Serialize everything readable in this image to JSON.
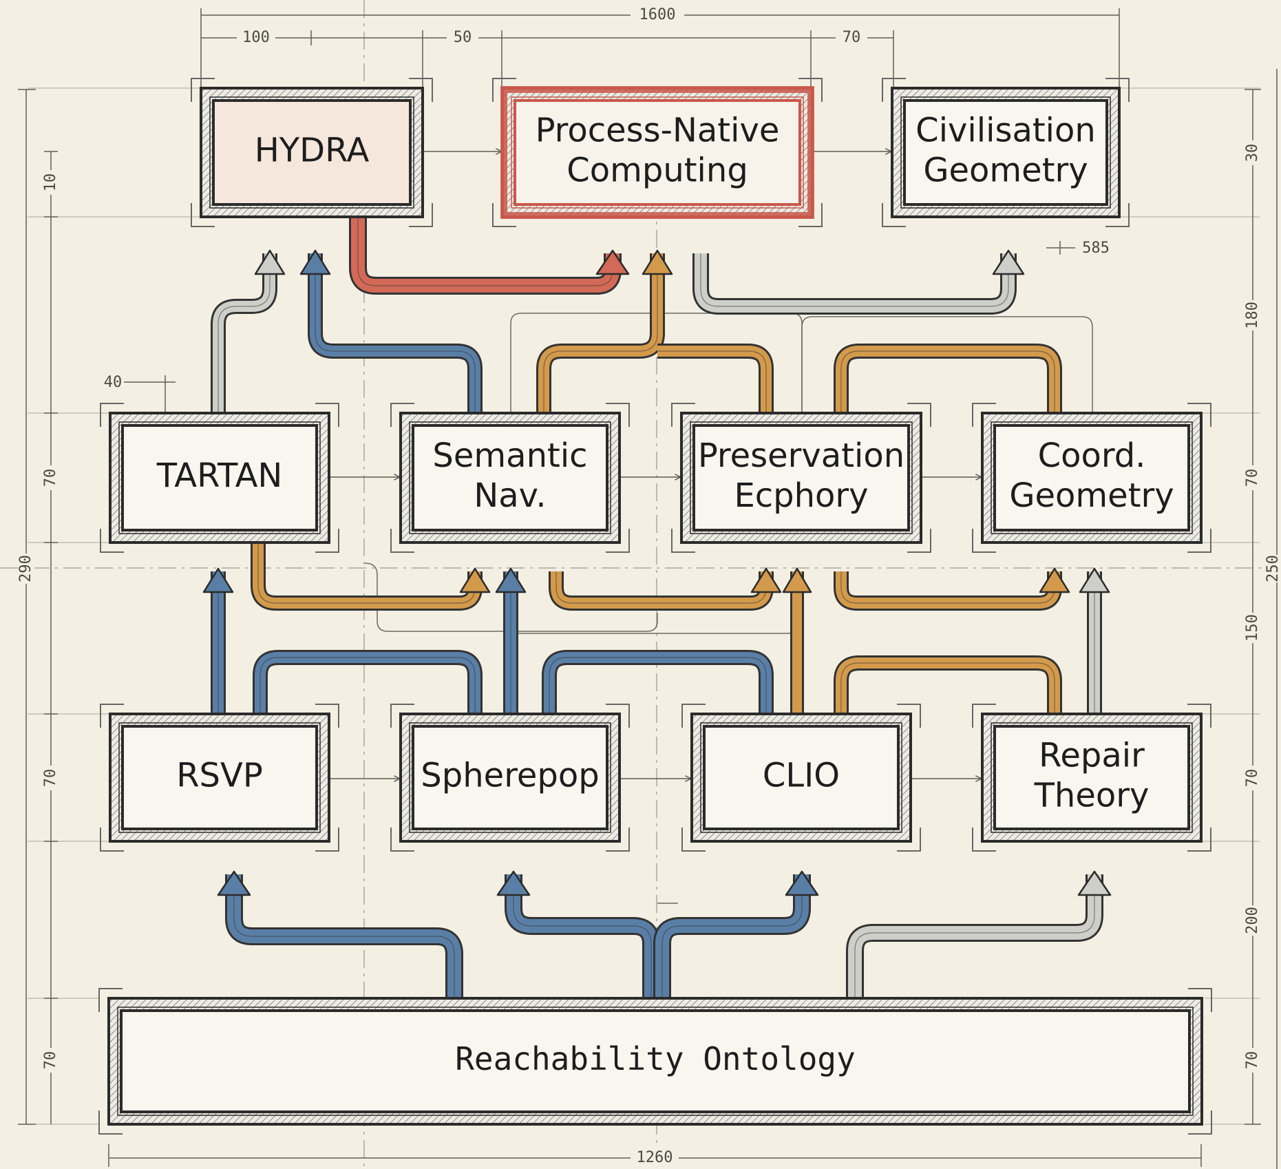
{
  "colors": {
    "background": "#f3efe2",
    "blue_flow": "#5a7fa6",
    "orange_flow": "#d39a4c",
    "red_flow": "#d26a57",
    "gray_flow": "#cfcfc9",
    "frame": "#2b2b2b",
    "highlight_fill": "#f6e7dc",
    "highlight_border": "#c9574a"
  },
  "nodes": {
    "hydra": {
      "lines": [
        "HYDRA"
      ]
    },
    "process_native": {
      "lines": [
        "Process-Native",
        "Computing"
      ]
    },
    "civilisation": {
      "lines": [
        "Civilisation",
        "Geometry"
      ]
    },
    "tartan": {
      "lines": [
        "TARTAN"
      ]
    },
    "semantic": {
      "lines": [
        "Semantic",
        "Nav."
      ]
    },
    "preservation": {
      "lines": [
        "Preservation",
        "Ecphory"
      ]
    },
    "coord": {
      "lines": [
        "Coord.",
        "Geometry"
      ]
    },
    "rsvp": {
      "lines": [
        "RSVP"
      ]
    },
    "spherepop": {
      "lines": [
        "Spherepop"
      ]
    },
    "clio": {
      "lines": [
        "CLIO"
      ]
    },
    "repair": {
      "lines": [
        "Repair",
        "Theory"
      ]
    },
    "foundation": {
      "lines": [
        "Reachability Ontology"
      ]
    }
  },
  "dimensions": {
    "top_total": "1600",
    "top_a": "100",
    "top_b": "50",
    "top_c": "70",
    "bottom_total": "1260",
    "left_a": "10",
    "left_b": "70",
    "left_c": "70",
    "left_d": "70",
    "left_total": "290",
    "right_a": "30",
    "right_b": "180",
    "right_c": "70",
    "right_d": "150",
    "right_e": "70",
    "right_f": "200",
    "right_g": "70",
    "right_total": "250",
    "note_585": "585",
    "note_40": "40"
  }
}
